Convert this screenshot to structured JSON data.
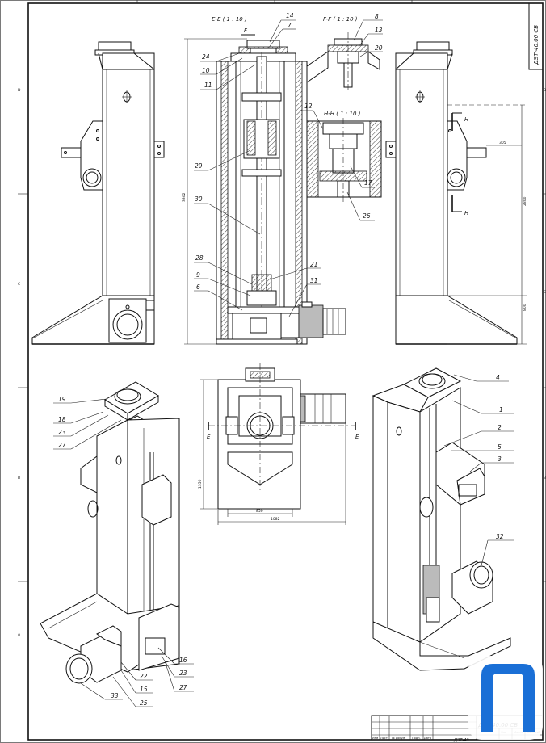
{
  "drawing": {
    "code": "ДЭТ-40.00 СБ",
    "title_block_code": "ДЭТ-40",
    "title_block_headers": [
      "Изм",
      "Лист",
      "№ докум.",
      "Подп.",
      "Дата"
    ],
    "title_block_right_headers": [
      "Лит.",
      "Масса",
      "Масштаб"
    ],
    "zone_letters": [
      "D",
      "C",
      "B",
      "A"
    ]
  },
  "sections": {
    "ee": "E-E ( 1 : 10 )",
    "ff": "F-F ( 1 : 10 )",
    "hh": "H-H ( 1 : 10 )",
    "ee_mark": "E",
    "f_mark": "F",
    "h_mark": "H"
  },
  "dimensions": {
    "overall_height": "3302",
    "depth": "1350",
    "width_inner": "850",
    "width_outer": "1082",
    "side_height": "2800",
    "side_base": "800",
    "side_offset": "305"
  },
  "callouts": {
    "ee": [
      "14",
      "7",
      "24",
      "10",
      "11",
      "29",
      "30",
      "28",
      "21",
      "9",
      "6",
      "31"
    ],
    "ff": [
      "8",
      "13",
      "20"
    ],
    "hh": [
      "12",
      "17",
      "26"
    ],
    "iso_left": [
      "19",
      "18",
      "23",
      "27",
      "22",
      "15",
      "25",
      "33",
      "16",
      "23",
      "27"
    ],
    "iso_right": [
      "4",
      "1",
      "2",
      "5",
      "3",
      "32"
    ]
  },
  "logo_color": "#1a6fd6"
}
